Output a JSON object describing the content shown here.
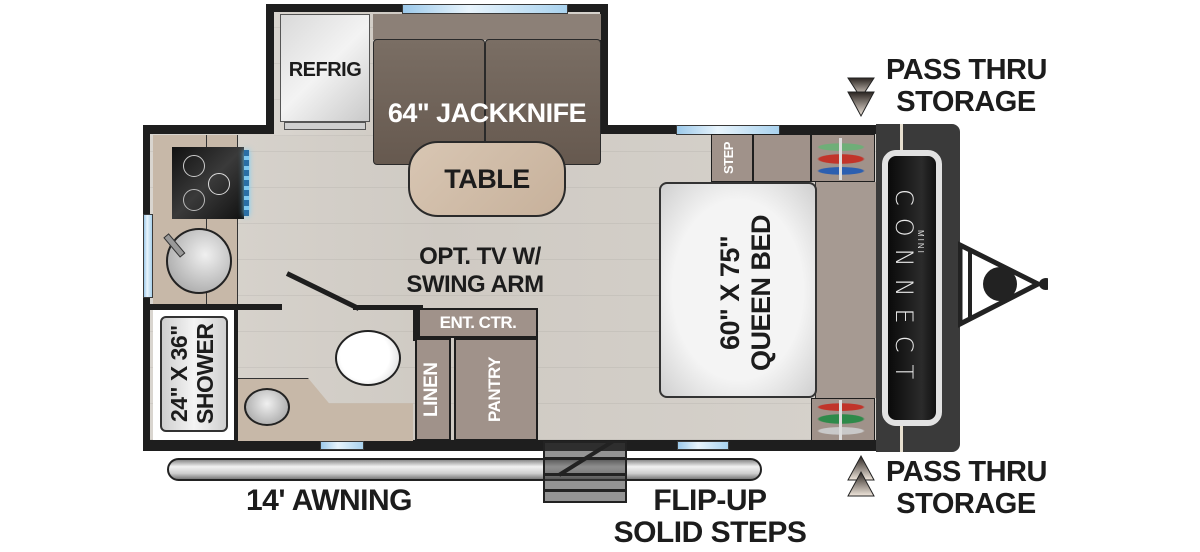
{
  "floorplan": {
    "labels": {
      "refrigerator": "REFRIG",
      "jackknife": "64\" JACKKNIFE",
      "table": "TABLE",
      "tv_line1": "OPT. TV W/",
      "tv_line2": "SWING ARM",
      "ent_ctr": "ENT. CTR.",
      "linen": "LINEN",
      "pantry": "PANTRY",
      "shower_line1": "24\" X 36\"",
      "shower_line2": "SHOWER",
      "step": "STEP",
      "bed_line1": "60\" X 75\"",
      "bed_line2": "QUEEN BED",
      "pass_thru_top_line1": "PASS THRU",
      "pass_thru_top_line2": "STORAGE",
      "pass_thru_bottom_line1": "PASS THRU",
      "pass_thru_bottom_line2": "STORAGE",
      "awning": "14' AWNING",
      "steps_line1": "FLIP-UP",
      "steps_line2": "SOLID STEPS",
      "brand": "CONNECT",
      "brand_sub": "MINI"
    },
    "colors": {
      "wall": "#1e1e1e",
      "floor": "#d6d2cc",
      "cabinet": "#a0928a",
      "sofa": "#6e6258",
      "bed": "#ececec",
      "window": "#9cc9ea",
      "front_cap": "#3a3a3a"
    }
  }
}
